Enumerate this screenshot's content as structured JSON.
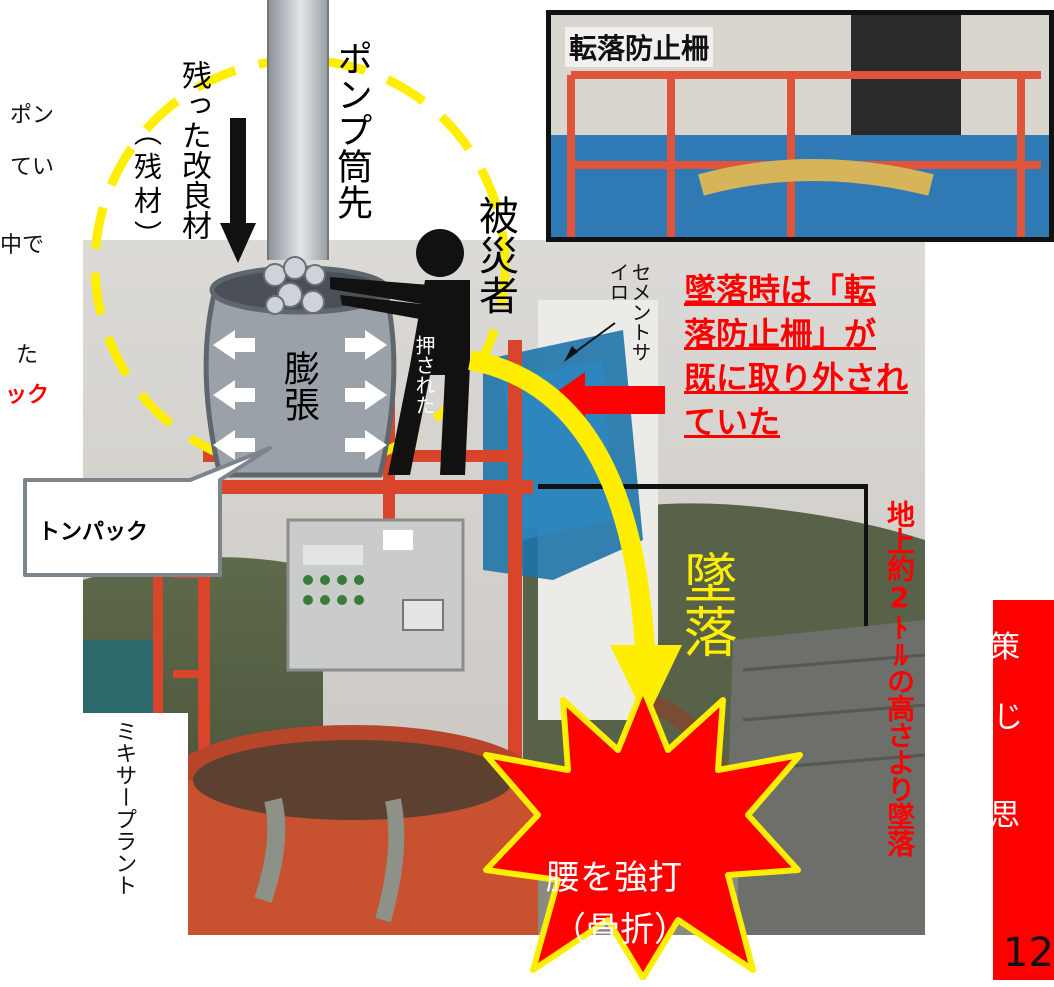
{
  "left_fragments": [
    "ポン",
    "てい",
    "中で",
    "た",
    "ック"
  ],
  "red_box_fragments": [
    "策",
    "じ",
    "思"
  ],
  "labels": {
    "pump_tip": "ポンプ筒先",
    "leftover_material": "残った改良材",
    "leftover_paren": "（残材）",
    "victim": "被災者",
    "pushed": "押された",
    "expansion": "膨張",
    "tonpack": "トンパック",
    "cement_silo": "セメントサイロ",
    "mixer_plant": "ミキサープラント",
    "fall": "墜落",
    "height_note": "地上約2ﾄﾙの高さより墜落",
    "impact": "腰を強打",
    "impact_sub": "（骨折）",
    "inset_title": "転落防止柵",
    "fence_note_lines": [
      "墜落時は「転",
      "落防止柵」が",
      "既に取り外され",
      "ていた"
    ],
    "page_number": "12"
  },
  "colors": {
    "red": "#ff0000",
    "yellow": "#ffee00",
    "pump_gray": "#b9bec4",
    "tonpack_gray": "#9aa1a8"
  }
}
